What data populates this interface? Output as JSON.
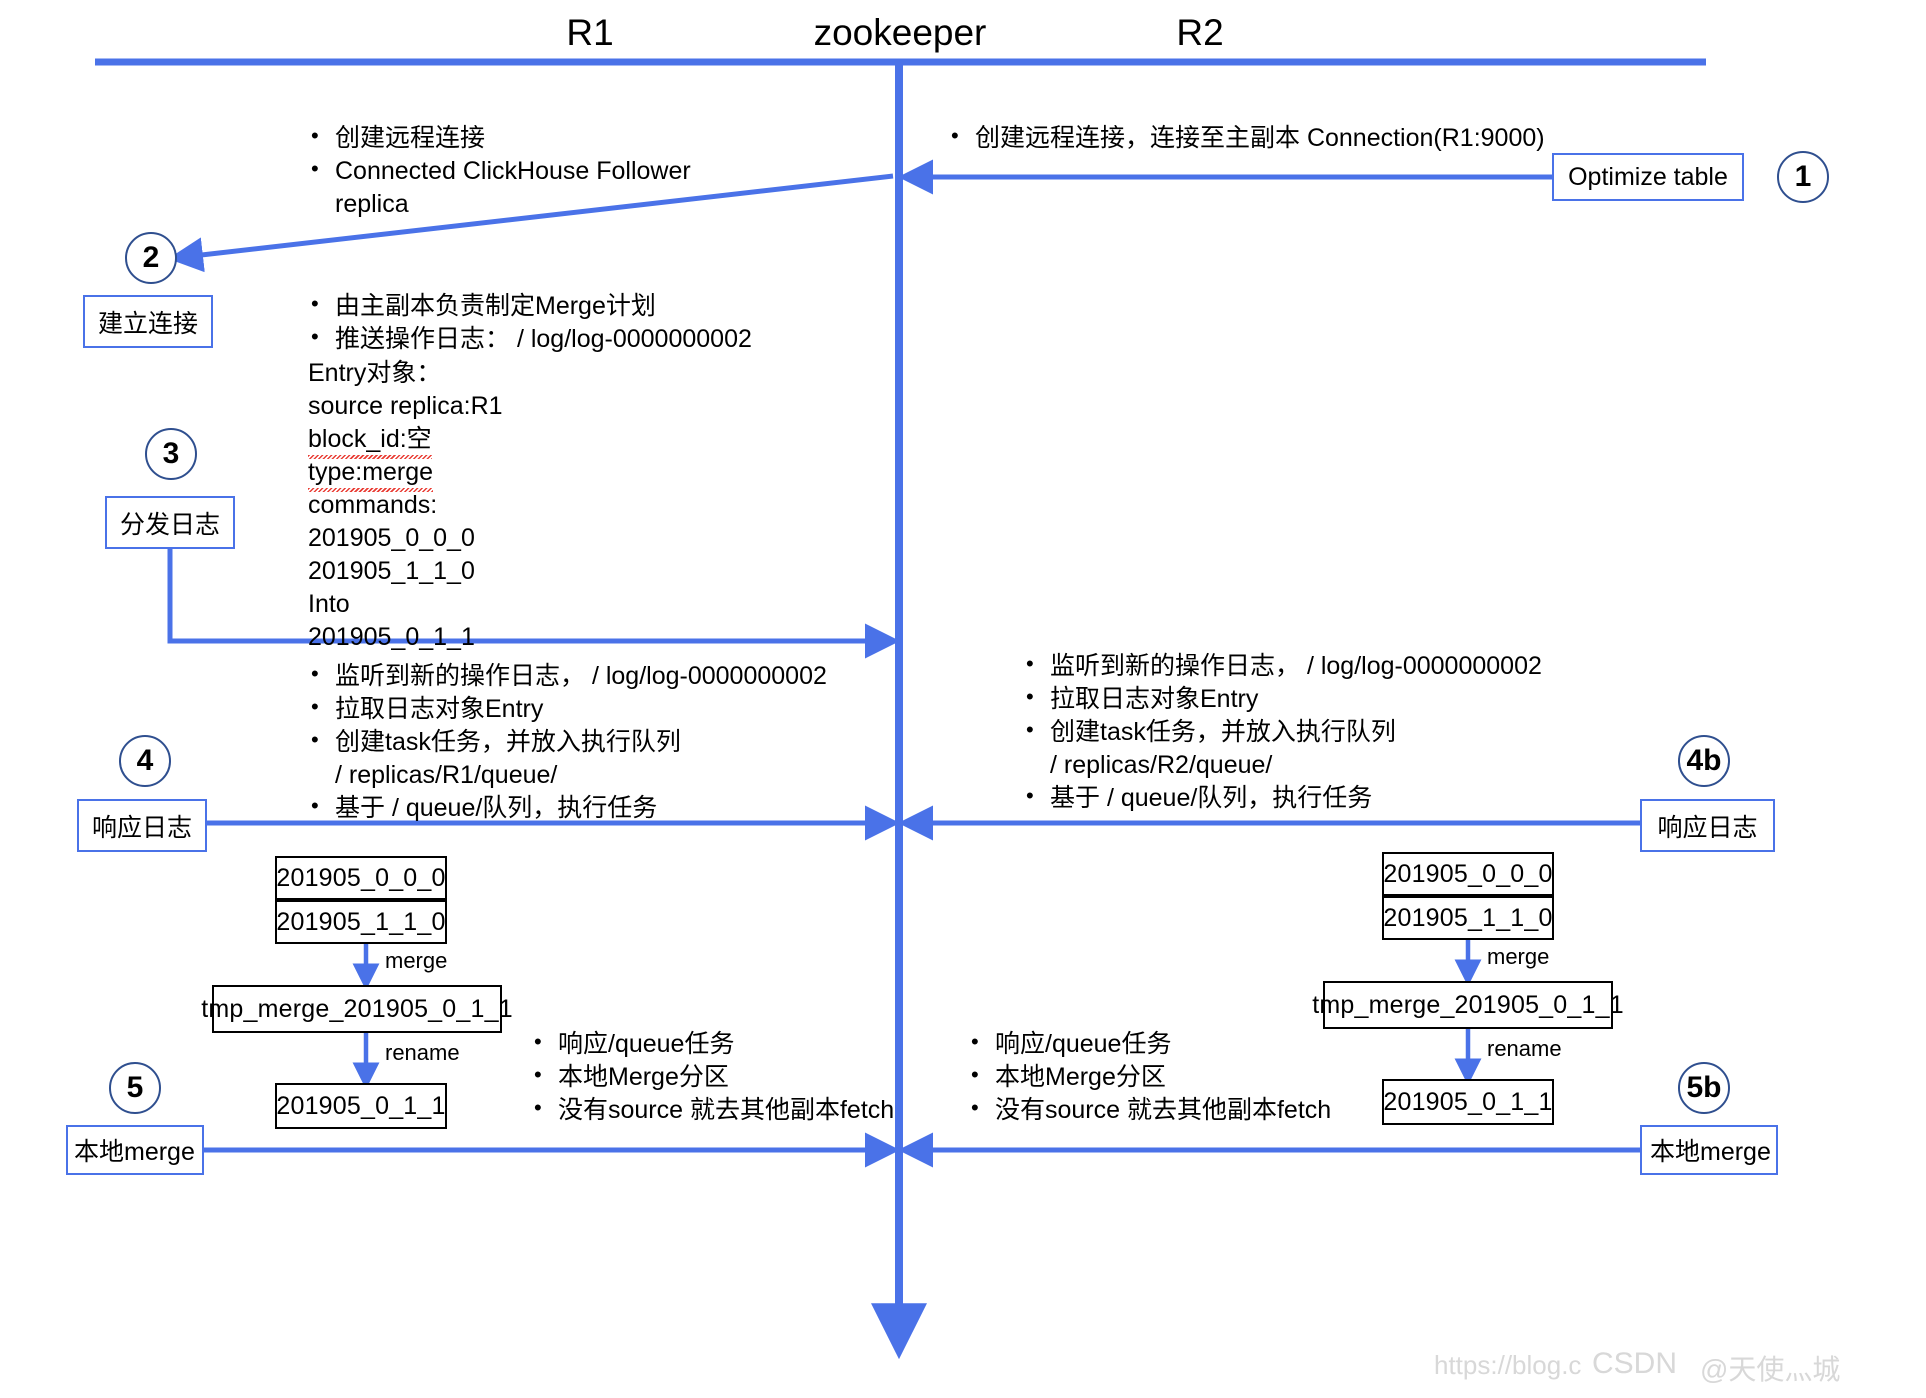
{
  "lanes": [
    {
      "id": "r1",
      "label": "R1"
    },
    {
      "id": "zookeeper",
      "label": "zookeeper"
    },
    {
      "id": "r2",
      "label": "R2"
    }
  ],
  "steps": [
    {
      "number": "1",
      "box_label": "Optimize table"
    },
    {
      "number": "2",
      "box_label": "建立连接"
    },
    {
      "number": "3",
      "box_label": "分发日志"
    },
    {
      "number": "4",
      "box_label": "响应日志"
    },
    {
      "number": "4b",
      "box_label": "响应日志"
    },
    {
      "number": "5",
      "box_label": "本地merge"
    },
    {
      "number": "5b",
      "box_label": "本地merge"
    }
  ],
  "notes": {
    "r1_connect": [
      "创建远程连接",
      " Connected ClickHouse Follower",
      "replica"
    ],
    "r2_connect": [
      "创建远程连接，连接至主副本  Connection(R1:9000)"
    ],
    "r1_merge_plan": {
      "bullets": [
        "由主副本负责制定Merge计划",
        "推送操作日志： / log/log-0000000002"
      ],
      "entry_title": "Entry对象：",
      "entry_lines": [
        "source replica:R1",
        "block_id:空",
        "type:merge",
        "commands:",
        "201905_0_0_0",
        "201905_1_1_0",
        "Into",
        "201905_0_1_1"
      ]
    },
    "r1_queue": {
      "bullets": [
        "监听到新的操作日志， / log/log-0000000002",
        "拉取日志对象Entry",
        "创建task任务，并放入执行队列"
      ],
      "sub_line": "/ replicas/R1/queue/",
      "last_bullet": "基于 / queue/队列，执行任务"
    },
    "r2_queue": {
      "bullets": [
        "监听到新的操作日志， / log/log-0000000002",
        "拉取日志对象Entry",
        "创建task任务，并放入执行队列"
      ],
      "sub_line": "/ replicas/R2/queue/",
      "last_bullet": "基于 / queue/队列，执行任务"
    },
    "r1_local_merge": [
      "响应/queue任务",
      "本地Merge分区",
      "没有source 就去其他副本fetch"
    ],
    "r2_local_merge": [
      "响应/queue任务",
      "本地Merge分区",
      "没有source 就去其他副本fetch"
    ]
  },
  "parts": {
    "r1": {
      "input_a": "201905_0_0_0",
      "input_b": "201905_1_1_0",
      "merge_label": "merge",
      "tmp": "tmp_merge_201905_0_1_1",
      "rename_label": "rename",
      "result": "201905_0_1_1"
    },
    "r2": {
      "input_a": "201905_0_0_0",
      "input_b": "201905_1_1_0",
      "merge_label": "merge",
      "tmp": "tmp_merge_201905_0_1_1",
      "rename_label": "rename",
      "result": "201905_0_1_1"
    }
  },
  "watermark": {
    "url": "https://blog.c",
    "brand": "CSDN",
    "author": "@天使灬城"
  },
  "colors": {
    "accent_blue": "#4a72e8",
    "circle_stroke": "#2f4f8f",
    "box_black": "#000000",
    "spell_red": "#e8332a"
  }
}
